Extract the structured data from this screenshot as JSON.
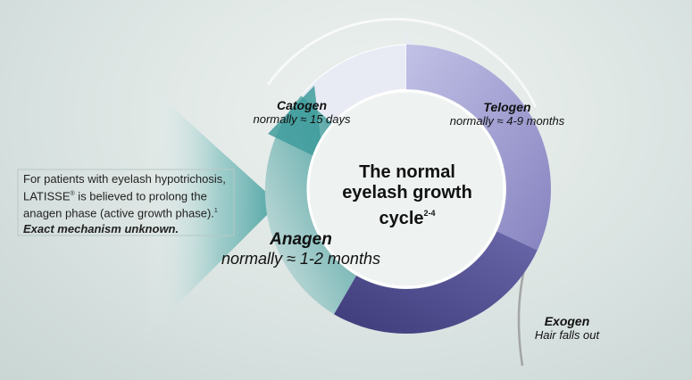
{
  "center": {
    "title_line1": "The normal",
    "title_line2": "eyelash growth",
    "title_line3": "cycle",
    "title_sup": "2-4"
  },
  "phases": {
    "catogen": {
      "name": "Catogen",
      "duration": "normally ≈ 15 days"
    },
    "telogen": {
      "name": "Telogen",
      "duration": "normally ≈ 4-9 months"
    },
    "exogen": {
      "name": "Exogen",
      "duration": "Hair falls out"
    },
    "anagen": {
      "name": "Anagen",
      "duration": "normally ≈ 1-2 months"
    }
  },
  "note": {
    "text_part1": "For patients with eyelash hypotrichosis, LATISSE",
    "reg_mark": "®",
    "text_part2": " is believed to prolong the anagen phase (active growth phase).",
    "ref": "1",
    "emphasis": "Exact mechanism unknown."
  },
  "colors": {
    "anagen": "#3f9c9c",
    "catogen": "#e6e8f3",
    "telogen": "#9a98cc",
    "exogen": "#4a4788",
    "beam": "#4aa6a6"
  }
}
